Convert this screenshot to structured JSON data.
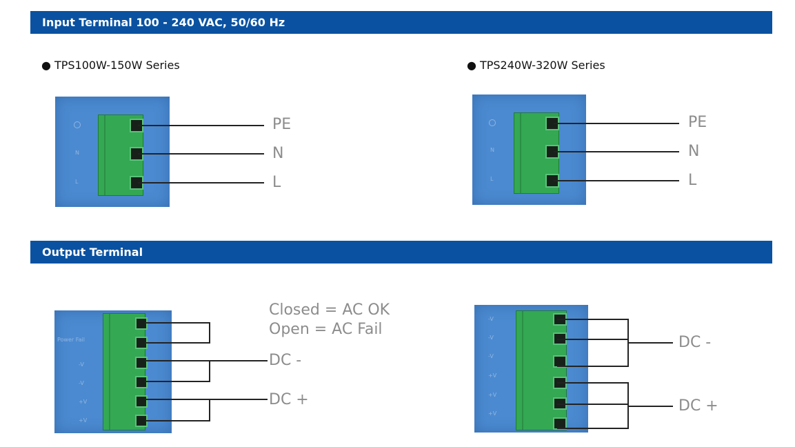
{
  "input_section": {
    "title": "Input Terminal 100 - 240 VAC, 50/60 Hz"
  },
  "output_section": {
    "title": "Output Terminal"
  },
  "bullet": "●",
  "input_left": {
    "series": "TPS100W-150W Series",
    "panel_labels": {
      "n": "N",
      "l": "L"
    },
    "wires": {
      "pe": "PE",
      "n": "N",
      "l": "L"
    }
  },
  "input_right": {
    "series": "TPS240W-320W Series",
    "panel_labels": {
      "n": "N",
      "l": "L"
    },
    "wires": {
      "pe": "PE",
      "n": "N",
      "l": "L"
    }
  },
  "output_left": {
    "panel_labels": {
      "power_fail": "Power Fail",
      "v1": "-V",
      "v2": "-V",
      "v3": "+V",
      "v4": "+V"
    },
    "labels": {
      "closed": "Closed = AC OK",
      "open": "Open = AC Fail",
      "dc_minus": "DC -",
      "dc_plus": "DC +"
    }
  },
  "output_right": {
    "panel_labels": {
      "v1": "-V",
      "v2": "-V",
      "v3": "-V",
      "v4": "+V",
      "v5": "+V",
      "v6": "+V"
    },
    "labels": {
      "dc_minus": "DC -",
      "dc_plus": "DC +"
    }
  },
  "colors": {
    "bar": "#0a52a1",
    "panel": "#4b8ad0",
    "terminal": "#34a853",
    "wire_label": "#8c8c8c"
  },
  "icons": {
    "pe_symbol": "earth-icon"
  }
}
